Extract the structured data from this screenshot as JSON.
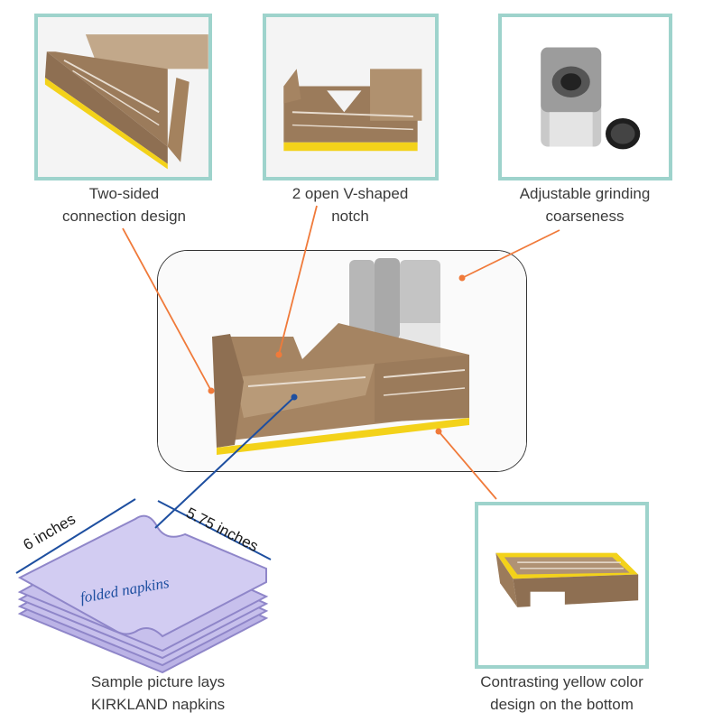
{
  "captions": {
    "two_sided": [
      "Two-sided",
      "connection design"
    ],
    "v_notch": [
      "2 open V-shaped",
      "notch"
    ],
    "grinding": [
      "Adjustable grinding",
      "coarseness"
    ],
    "bottom": [
      "Contrasting yellow color",
      "design on the bottom"
    ],
    "sample": [
      "Sample picture lays",
      "KIRKLAND napkins"
    ]
  },
  "napkins": {
    "width_label": "6 inches",
    "depth_label": "5.75 inches",
    "center_label": "folded napkins"
  },
  "colors": {
    "frame": "#9ed3cc",
    "leader_line": "#f07a3a",
    "dimension_line": "#1e4fa0",
    "accent_yellow": "#f3d21a",
    "napkin": "#bbb3e6"
  }
}
